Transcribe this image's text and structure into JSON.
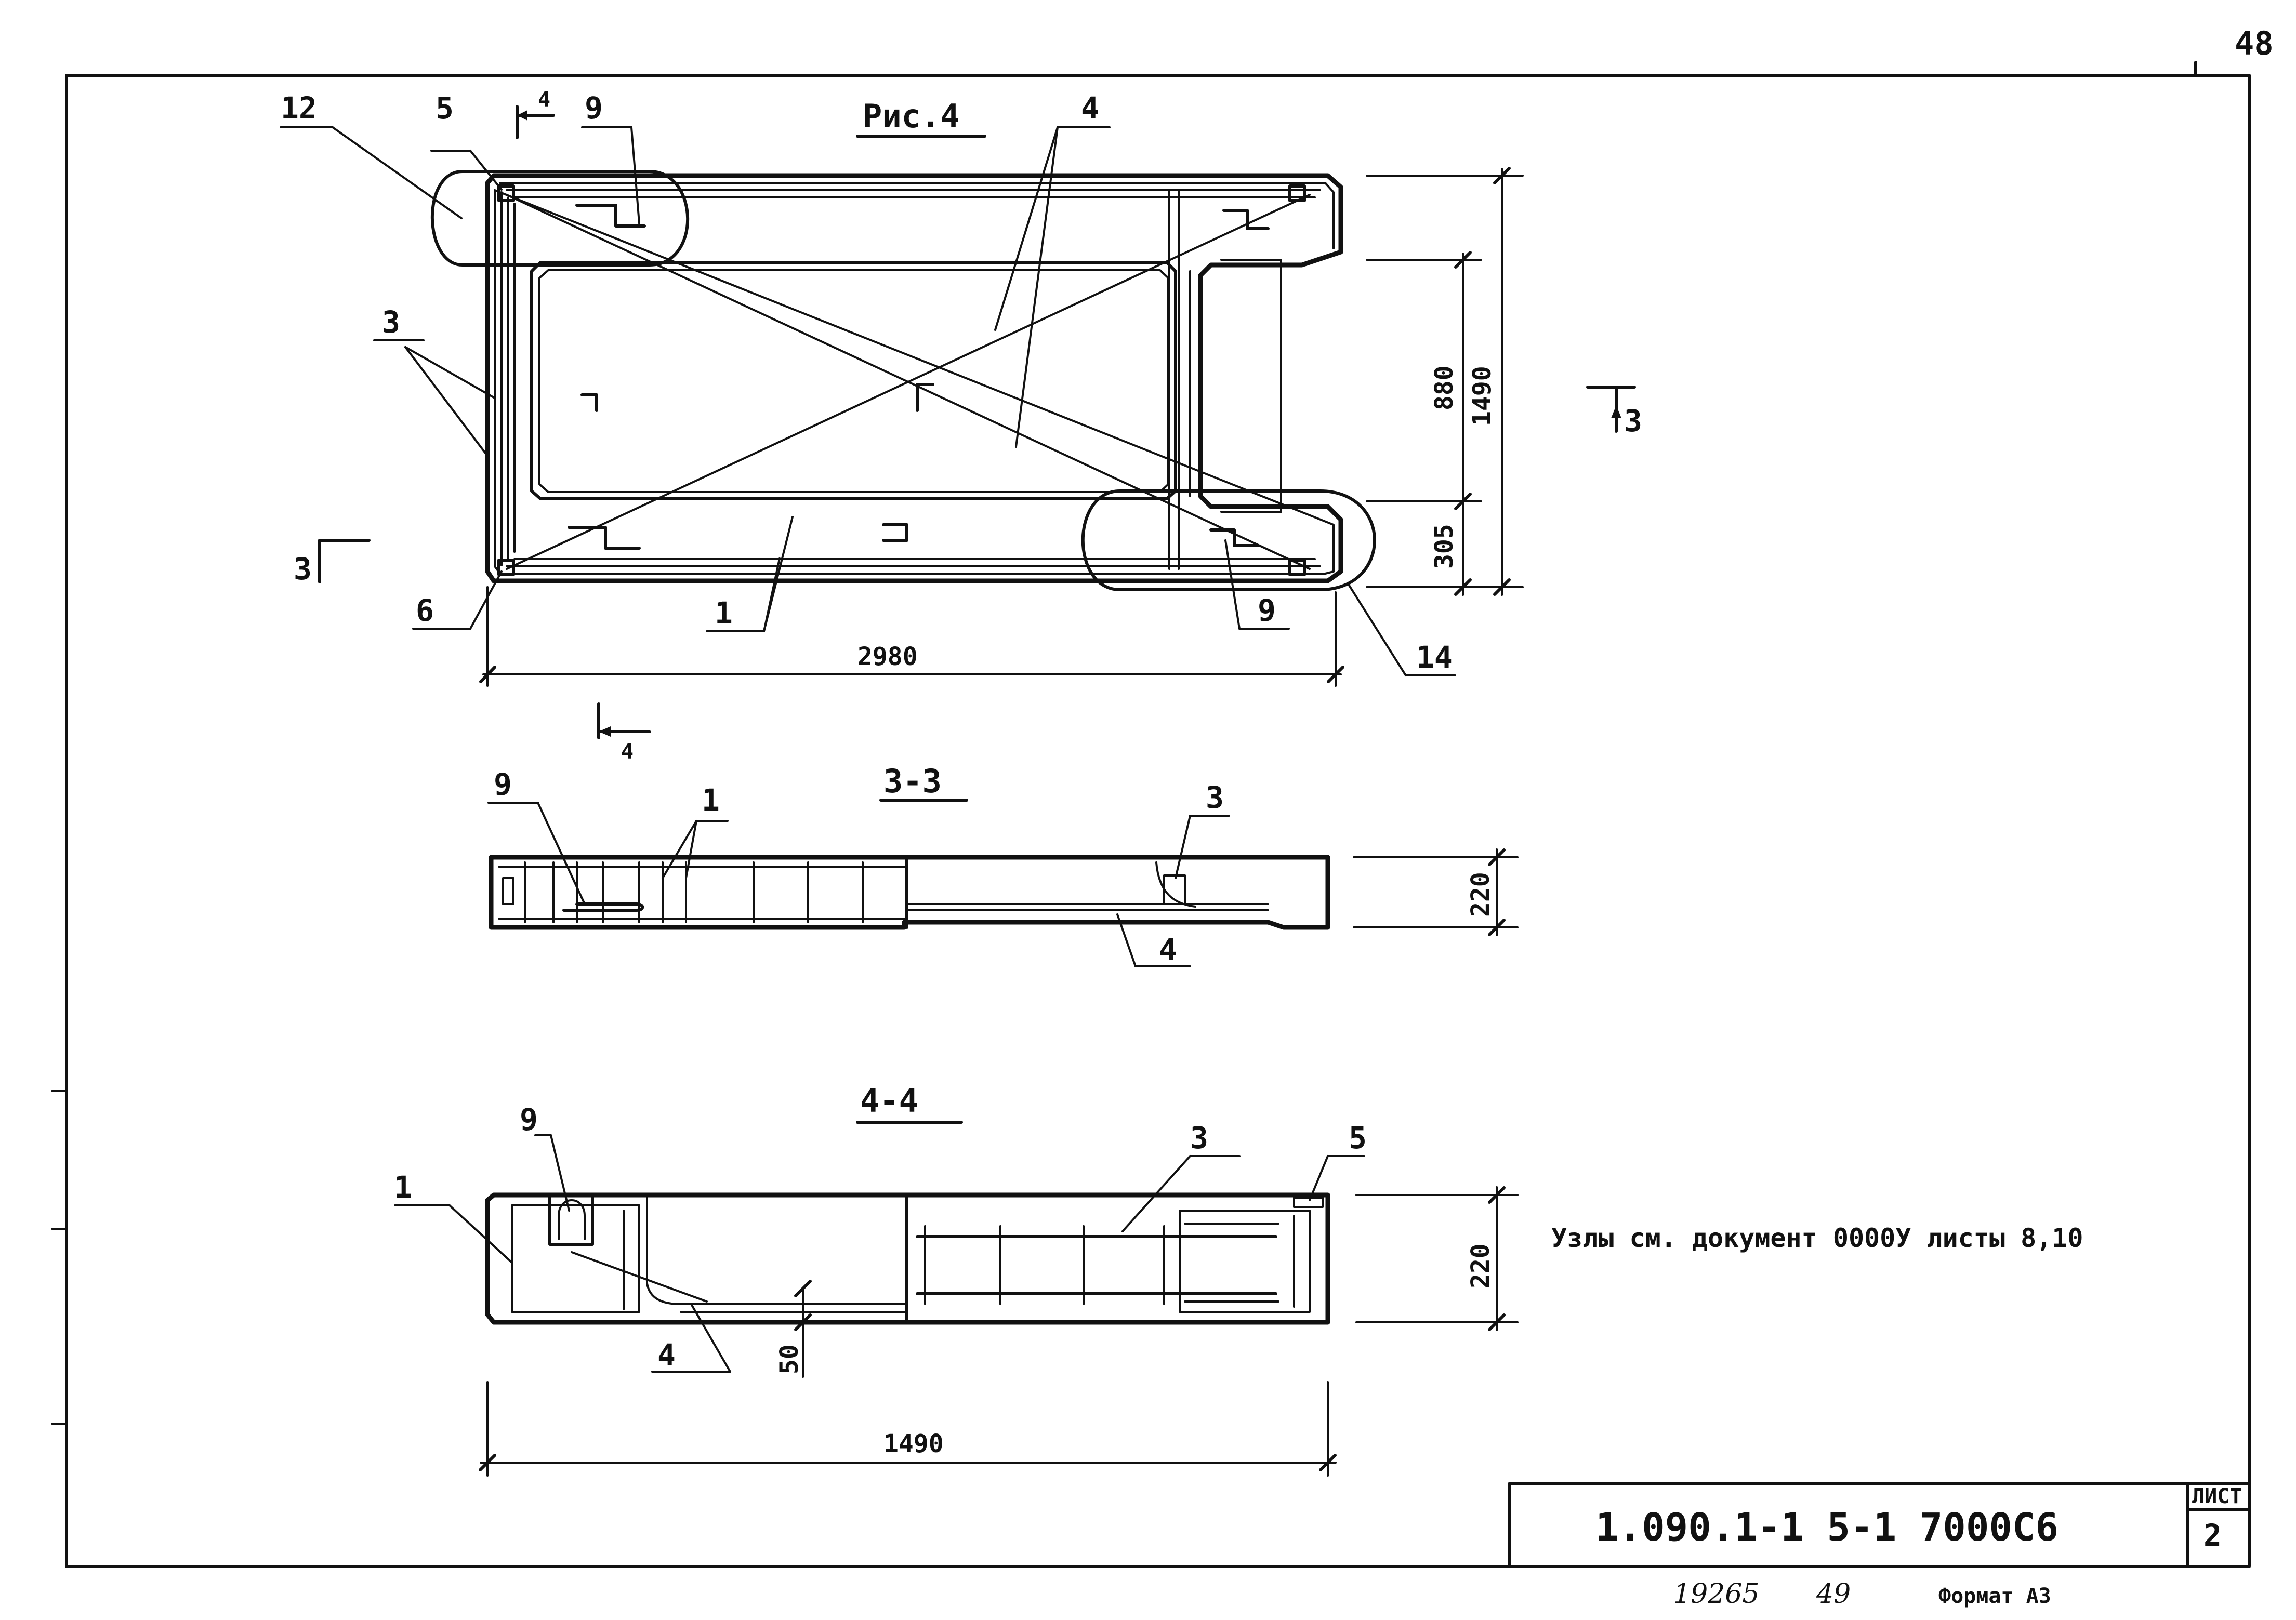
{
  "sheet": {
    "page_number": "48",
    "figure_title": "Рис.4",
    "section_33": "3-3",
    "section_44": "4-4",
    "note": "Узлы см. документ 0000У листы 8,10"
  },
  "plan": {
    "callouts": {
      "c12": "12",
      "c5": "5",
      "c9a": "9",
      "c4a": "4",
      "c3": "3",
      "c6": "6",
      "c1": "1",
      "c9b": "9",
      "c14": "14"
    },
    "section_marks": {
      "s4_top": "4",
      "s4_bottom": "4",
      "s3_left": "3",
      "s3_right": "3"
    },
    "dims": {
      "width": "2980",
      "height": "1490",
      "inner": "880",
      "edge": "305"
    }
  },
  "section33": {
    "callouts": {
      "c9": "9",
      "c1": "1",
      "c3": "3",
      "c4": "4"
    },
    "dims": {
      "height": "220"
    }
  },
  "section44": {
    "callouts": {
      "c9": "9",
      "c1": "1",
      "c3": "3",
      "c5": "5",
      "c4": "4"
    },
    "dims": {
      "width": "1490",
      "height": "220",
      "small": "50"
    }
  },
  "title_block": {
    "code": "1.090.1-1   5-1   7000С6",
    "sheet_label": "ЛИСТ",
    "sheet_no": "2"
  },
  "footer": {
    "inv": "19265",
    "num": "49",
    "format": "Формат А3"
  }
}
